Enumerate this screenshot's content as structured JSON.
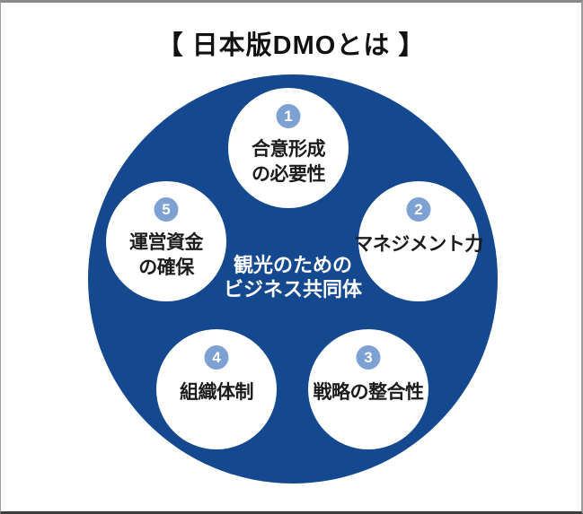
{
  "title": "【 日本版DMOとは 】",
  "diagram": {
    "center_label": "観光のための\nビジネス共同体",
    "items": [
      {
        "number": "1",
        "label": "合意形成\nの必要性"
      },
      {
        "number": "2",
        "label": "マネジメント力"
      },
      {
        "number": "3",
        "label": "戦略の整合性"
      },
      {
        "number": "4",
        "label": "組織体制"
      },
      {
        "number": "5",
        "label": "運営資金\nの確保"
      }
    ],
    "colors": {
      "main_circle_blue": "#15498F",
      "badge_blue": "#7EA1D3",
      "item_text": "#1C1C1C",
      "center_text": "#FFFFFF",
      "title_text": "#111111"
    }
  }
}
